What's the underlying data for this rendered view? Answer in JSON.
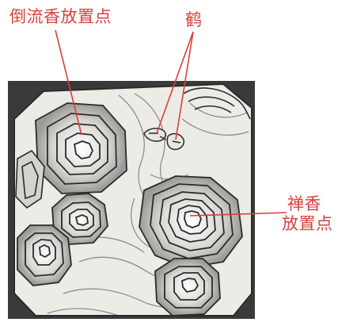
{
  "labels": {
    "incense_spot": "倒流香放置点",
    "crane": "鹤",
    "zen_incense_line1": "禅香",
    "zen_incense_line2": "放置点"
  },
  "colors": {
    "label_red": "#d8403c",
    "frame_dark": "#3a3a3a",
    "terrain_light": "#ecebe6",
    "stroke_ink": "#2b2b2b"
  },
  "icons": {
    "rock_terraces": "contour-rock-icon",
    "crane_figure": "crane-icon"
  }
}
